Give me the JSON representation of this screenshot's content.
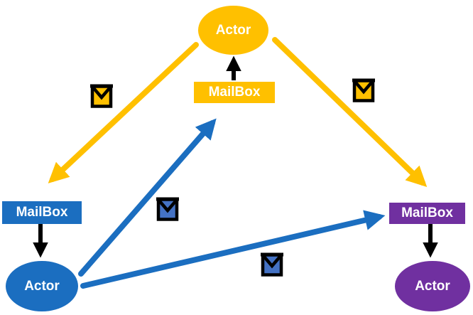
{
  "colors": {
    "gold": "#FFC000",
    "blue": "#1B6EC0",
    "purple": "#7030A0",
    "envelope_blue": "#4472C4",
    "black": "#000000",
    "label_text": "#FFFFFF",
    "background": "#FFFFFF"
  },
  "nodes": {
    "actor_top": {
      "label": "Actor",
      "shape": "ellipse",
      "color": "#FFC000"
    },
    "mailbox_top": {
      "label": "MailBox",
      "shape": "rect",
      "color": "#FFC000"
    },
    "mailbox_left": {
      "label": "MailBox",
      "shape": "rect",
      "color": "#1B6EC0"
    },
    "actor_left": {
      "label": "Actor",
      "shape": "ellipse",
      "color": "#1B6EC0"
    },
    "mailbox_right": {
      "label": "MailBox",
      "shape": "rect",
      "color": "#7030A0"
    },
    "actor_right": {
      "label": "Actor",
      "shape": "ellipse",
      "color": "#7030A0"
    }
  },
  "icons": [
    {
      "name": "envelope-icon",
      "variant": "gold",
      "position": "upper-left-path"
    },
    {
      "name": "envelope-icon",
      "variant": "gold",
      "position": "upper-right-path"
    },
    {
      "name": "envelope-icon",
      "variant": "blue",
      "position": "middle-path"
    },
    {
      "name": "envelope-icon",
      "variant": "blue",
      "position": "lower-path"
    }
  ],
  "edges": [
    {
      "from": "actor_top",
      "to": "mailbox_left",
      "color": "#FFC000"
    },
    {
      "from": "actor_top",
      "to": "mailbox_right",
      "color": "#FFC000"
    },
    {
      "from": "actor_left",
      "to": "mailbox_top",
      "color": "#1B6EC0"
    },
    {
      "from": "actor_left",
      "to": "mailbox_right",
      "color": "#1B6EC0"
    },
    {
      "from": "mailbox_top",
      "to": "actor_top",
      "color": "#000000"
    },
    {
      "from": "mailbox_left",
      "to": "actor_left",
      "color": "#000000"
    },
    {
      "from": "mailbox_right",
      "to": "actor_right",
      "color": "#000000"
    }
  ]
}
